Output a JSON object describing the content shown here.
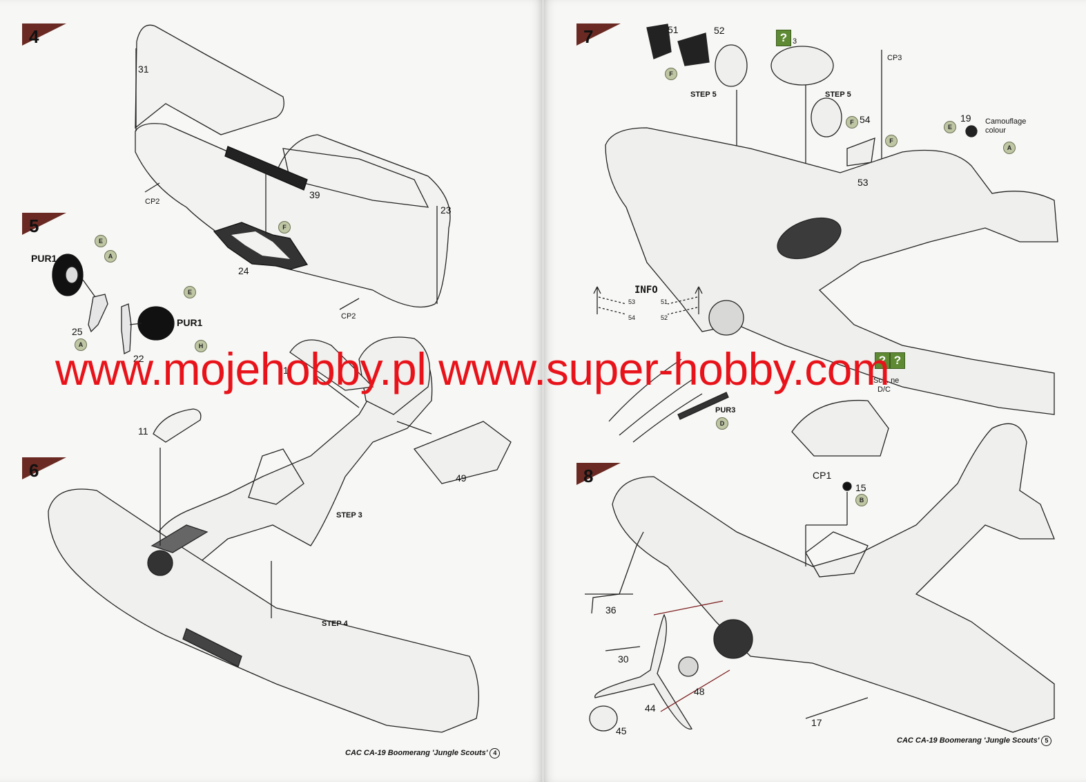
{
  "left_page": {
    "footer_title": "CAC CA-19 Boomerang 'Jungle Scouts'",
    "footer_page": "4",
    "steps": [
      {
        "number": "4",
        "parts": [
          "31",
          "39",
          "23",
          "24",
          "CP2",
          "CP2"
        ],
        "paint": [
          "F"
        ]
      },
      {
        "number": "5",
        "parts": [
          "PUR1",
          "25",
          "PUR1",
          "22"
        ],
        "paint": [
          "E",
          "A",
          "A",
          "E",
          "H"
        ]
      },
      {
        "number": "6",
        "parts": [
          "1",
          "11",
          "49"
        ],
        "refs": [
          "STEP 3",
          "STEP 4"
        ]
      }
    ]
  },
  "right_page": {
    "footer_title": "CAC CA-19 Boomerang 'Jungle Scouts'",
    "footer_page": "5",
    "steps": [
      {
        "number": "7",
        "parts": [
          "51",
          "52",
          "3",
          "CP3",
          "54",
          "19",
          "53",
          "PUR3"
        ],
        "refs": [
          "STEP 5",
          "STEP 5"
        ],
        "notes": {
          "camouflage": "Camouflage colour",
          "info": "INFO",
          "info_parts": [
            "53",
            "54",
            "51",
            "52"
          ],
          "side": "Sch. ne",
          "side2": "D/C"
        },
        "paint": [
          "F",
          "F",
          "F",
          "E",
          "A",
          "D"
        ]
      },
      {
        "number": "8",
        "parts": [
          "CP1",
          "15",
          "36",
          "30",
          "48",
          "44",
          "45",
          "17"
        ],
        "paint": [
          "B"
        ]
      }
    ]
  },
  "watermark": "www.mojehobby.pl www.super-hobby.com"
}
